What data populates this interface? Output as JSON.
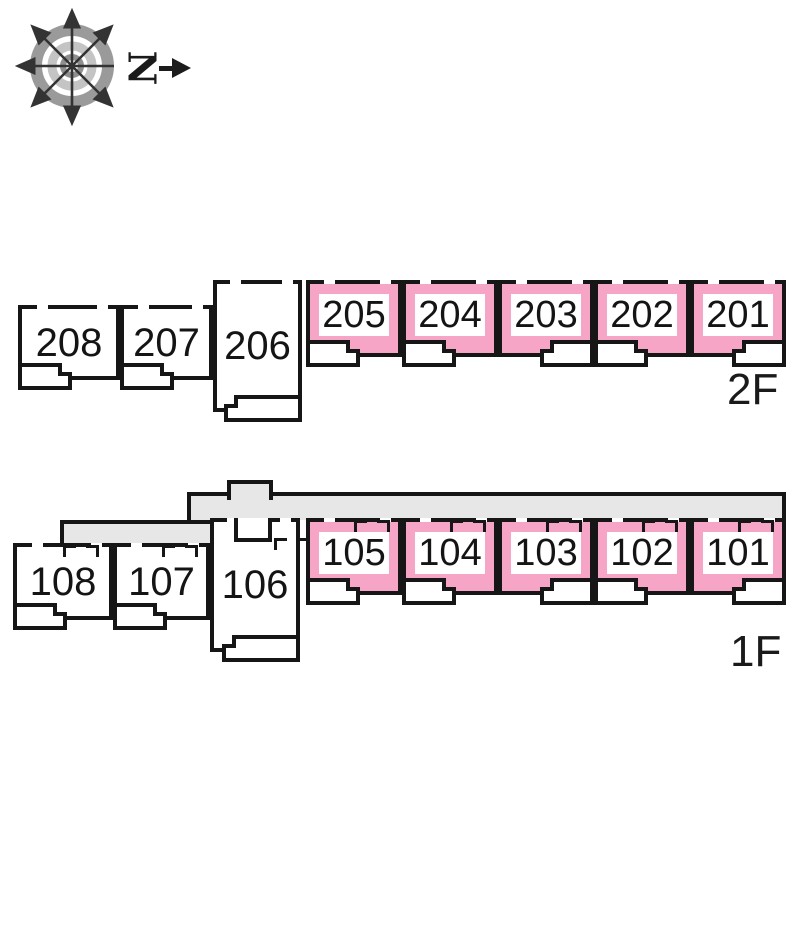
{
  "compass": {
    "north_label": "N"
  },
  "colors": {
    "unit_highlight": "#F7A5C6",
    "walkway_gray": "#E7E7E7",
    "wall": "#161616"
  },
  "floors": {
    "f2": {
      "label": "2F",
      "rooms": {
        "r208": "208",
        "r207": "207",
        "r206": "206",
        "r205": "205",
        "r204": "204",
        "r203": "203",
        "r202": "202",
        "r201": "201"
      }
    },
    "f1": {
      "label": "1F",
      "rooms": {
        "r108": "108",
        "r107": "107",
        "r106": "106",
        "r105": "105",
        "r104": "104",
        "r103": "103",
        "r102": "102",
        "r101": "101"
      }
    }
  }
}
